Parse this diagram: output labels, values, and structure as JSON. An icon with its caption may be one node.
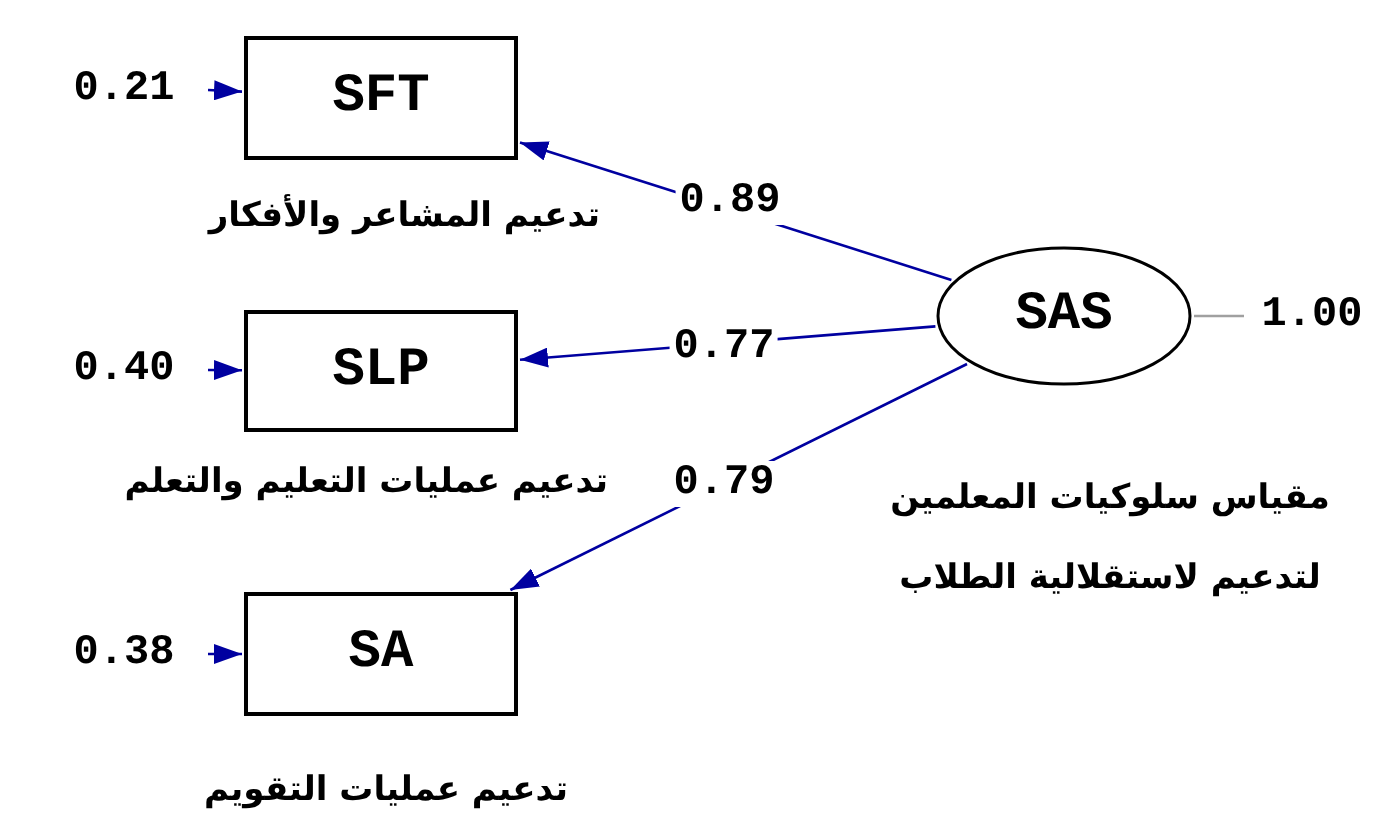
{
  "diagram": {
    "nodes": [
      {
        "text": [
          "SFT"
        ],
        "beside": [
          "تدعيم المشاعر والأفكار"
        ]
      },
      {
        "text": [
          "SLP"
        ],
        "beside": [
          "تدعيم عمليات التعليم والتعلم"
        ]
      },
      {
        "text": [
          "SA"
        ],
        "beside": [
          "تدعيم عمليات التقويم"
        ]
      },
      {
        "text": [
          "SAS"
        ],
        "beside": [
          "مقياس سلوكيات المعلمين لتدعيم لاستقلالية الطلاب"
        ]
      }
    ],
    "edges": [
      {
        "from": 3,
        "to": 0,
        "arrow": "to",
        "label": "0.89"
      },
      {
        "from": 3,
        "to": 1,
        "arrow": "to",
        "label": "0.77"
      },
      {
        "from": 3,
        "to": 2,
        "arrow": "to",
        "label": "0.79"
      },
      {
        "from": null,
        "to": 0,
        "arrow": "to",
        "label": "0.21"
      },
      {
        "from": null,
        "to": 1,
        "arrow": "to",
        "label": "0.40"
      },
      {
        "from": null,
        "to": 2,
        "arrow": "to",
        "label": "0.38"
      },
      {
        "from": null,
        "to": 3,
        "arrow": "none",
        "label": "1.00",
        "color": "#a0a0a0"
      }
    ]
  }
}
